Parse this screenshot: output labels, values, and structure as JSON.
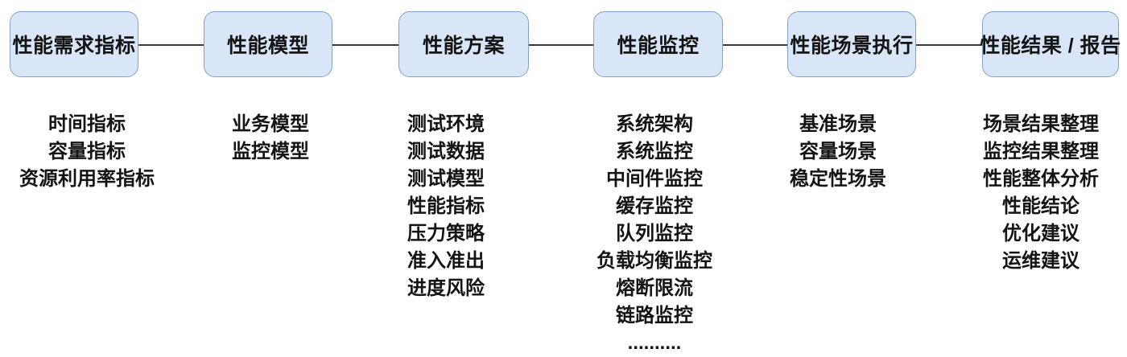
{
  "diagram": {
    "stages": [
      {
        "title": "性能需求指标",
        "items": [
          "时间指标",
          "容量指标",
          "资源利用率指标"
        ]
      },
      {
        "title": "性能模型",
        "items": [
          "业务模型",
          "监控模型"
        ]
      },
      {
        "title": "性能方案",
        "items": [
          "测试环境",
          "测试数据",
          "测试模型",
          "性能指标",
          "压力策略",
          "准入准出",
          "进度风险"
        ]
      },
      {
        "title": "性能监控",
        "items": [
          "系统架构",
          "系统监控",
          "中间件监控",
          "缓存监控",
          "队列监控",
          "负载均衡监控",
          "熔断限流",
          "链路监控",
          ".........."
        ]
      },
      {
        "title": "性能场景执行",
        "items": [
          "基准场景",
          "容量场景",
          "稳定性场景"
        ]
      },
      {
        "title": "性能结果 / 报告",
        "items": [
          "场景结果整理",
          "监控结果整理",
          "性能整体分析",
          "性能结论",
          "优化建议",
          "运维建议"
        ]
      }
    ],
    "colors": {
      "box_fill": "#d9e6f8",
      "box_border": "#84a0cc",
      "connector_line": "#3a3a3a",
      "text": "#141414",
      "background": "#ffffff"
    }
  }
}
